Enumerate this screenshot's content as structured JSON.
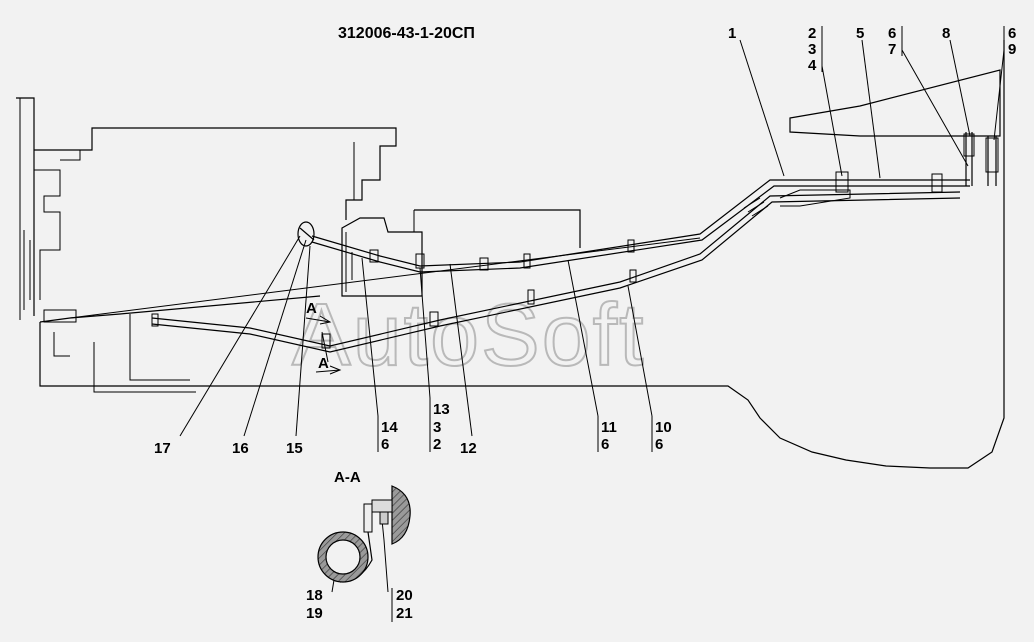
{
  "drawing": {
    "title": "312006-43-1-20СП",
    "watermark": "AutoSoft",
    "section_title": "A-A",
    "section_marker": "A"
  },
  "callouts": [
    {
      "id": "c1",
      "items": [
        "1"
      ]
    },
    {
      "id": "c2",
      "items": [
        "2",
        "3",
        "4"
      ]
    },
    {
      "id": "c5",
      "items": [
        "5"
      ]
    },
    {
      "id": "c6a",
      "items": [
        "6",
        "7"
      ]
    },
    {
      "id": "c8",
      "items": [
        "8"
      ]
    },
    {
      "id": "c6b",
      "items": [
        "6",
        "9"
      ]
    },
    {
      "id": "c17",
      "items": [
        "17"
      ]
    },
    {
      "id": "c16",
      "items": [
        "16"
      ]
    },
    {
      "id": "c15",
      "items": [
        "15"
      ]
    },
    {
      "id": "c14",
      "items": [
        "14",
        "6"
      ]
    },
    {
      "id": "c13",
      "items": [
        "13",
        "3",
        "2"
      ]
    },
    {
      "id": "c12",
      "items": [
        "12"
      ]
    },
    {
      "id": "c11",
      "items": [
        "11",
        "6"
      ]
    },
    {
      "id": "c10",
      "items": [
        "10",
        "6"
      ]
    },
    {
      "id": "c18",
      "items": [
        "18",
        "19"
      ]
    },
    {
      "id": "c20",
      "items": [
        "20",
        "21"
      ]
    }
  ],
  "colors": {
    "background": "#f2f2f2",
    "ink": "#000000",
    "section_fill": "#8a8a8a",
    "watermark": "#b9b9b9"
  }
}
